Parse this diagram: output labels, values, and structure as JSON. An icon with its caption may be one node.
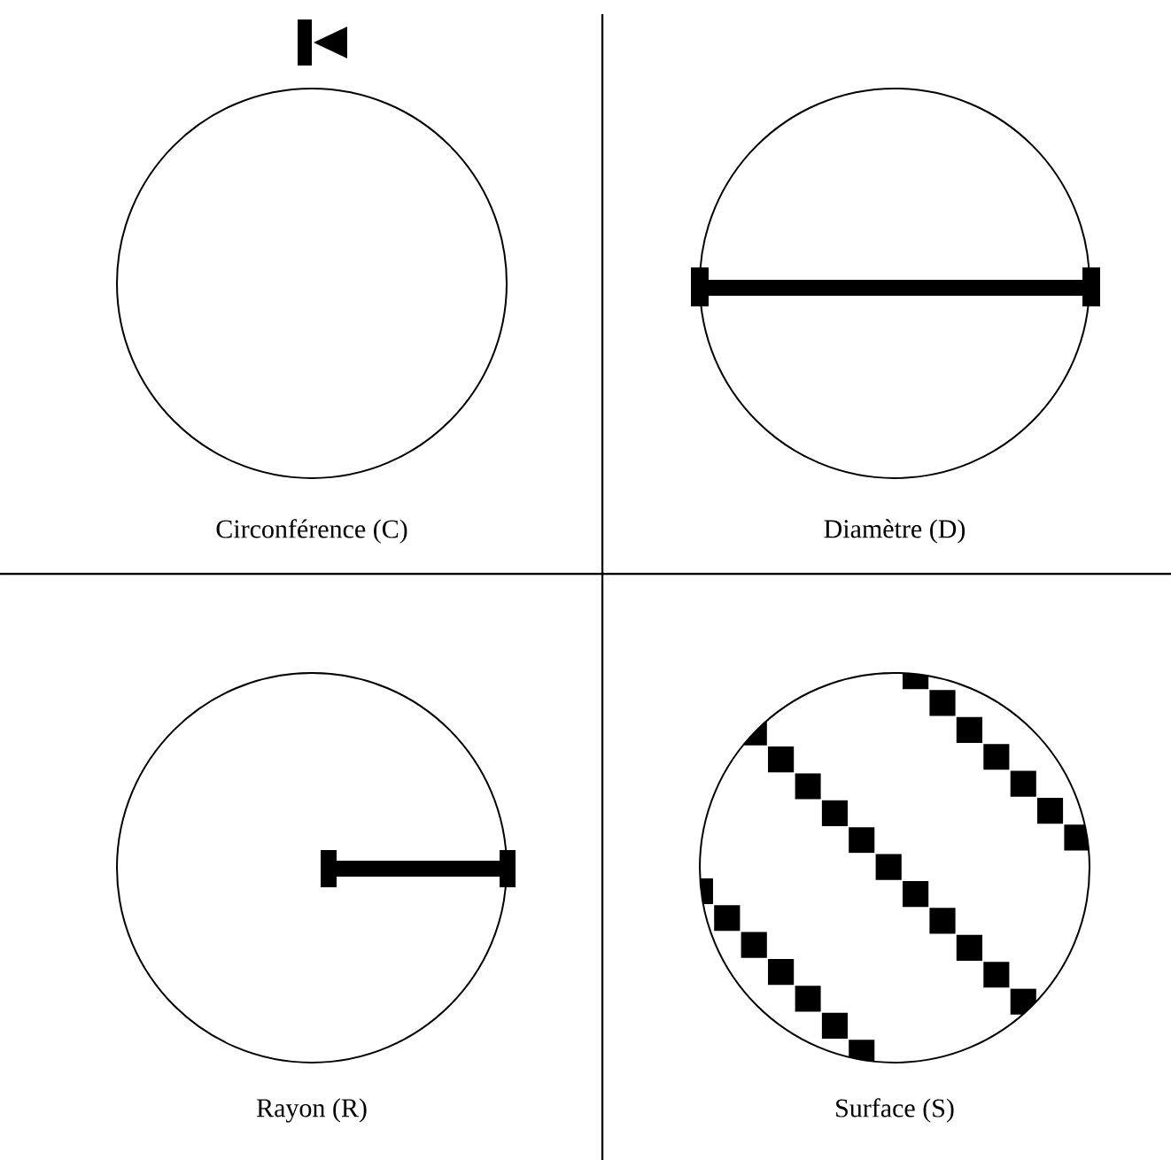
{
  "diagram": {
    "labels": [
      "Circonférence (C)",
      "Diamètre (D)",
      "Rayon (R)",
      "Surface (S)"
    ]
  }
}
